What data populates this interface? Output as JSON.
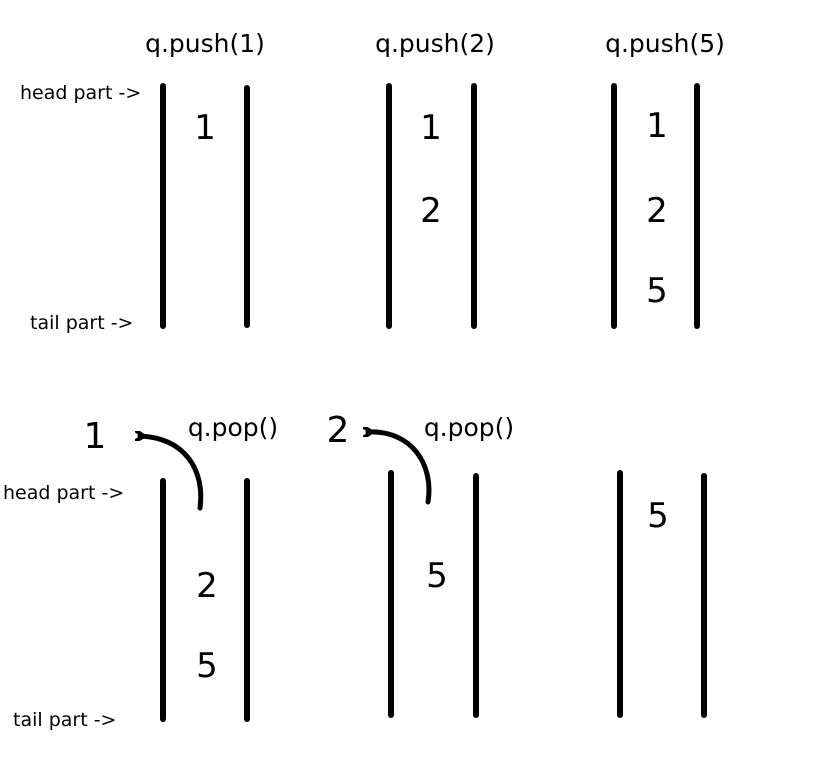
{
  "top_row": {
    "head_label": "head part ->",
    "tail_label": "tail part ->",
    "steps": [
      {
        "operation": "q.push(1)",
        "queue": [
          "1"
        ]
      },
      {
        "operation": "q.push(2)",
        "queue": [
          "1",
          "2"
        ]
      },
      {
        "operation": "q.push(5)",
        "queue": [
          "1",
          "2",
          "5"
        ]
      }
    ]
  },
  "bottom_row": {
    "head_label": "head part ->",
    "tail_label": "tail part ->",
    "steps": [
      {
        "operation": "q.pop()",
        "popped": "1",
        "queue": [
          "2",
          "5"
        ]
      },
      {
        "operation": "q.pop()",
        "popped": "2",
        "queue": [
          "5"
        ]
      },
      {
        "queue": [
          "5"
        ]
      }
    ]
  },
  "colors": {
    "ink": "#000000",
    "background": "#ffffff"
  }
}
